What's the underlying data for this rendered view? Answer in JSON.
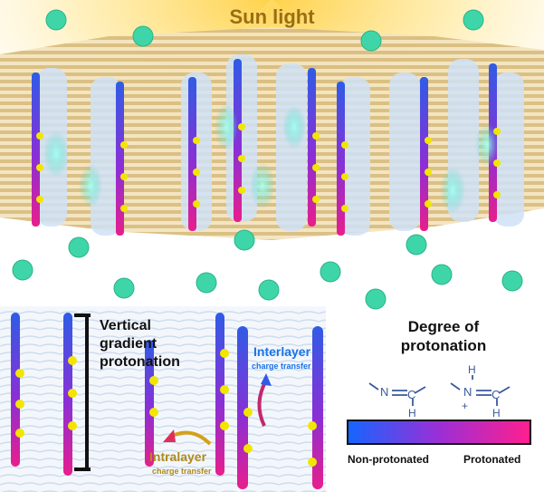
{
  "labels": {
    "sun_light": "Sun light",
    "vertical_line1": "Vertical",
    "vertical_line2": "gradient",
    "vertical_line3": "protonation",
    "interlayer_title": "Interlayer",
    "interlayer_sub": "charge transfer",
    "intralayer_title": "Intralayer",
    "intralayer_sub": "charge transfer",
    "degree_line1": "Degree of",
    "degree_line2": "protonation",
    "non_protonated": "Non-protonated",
    "protonated": "Protonated"
  },
  "chem": {
    "left_formula": {
      "n": "N",
      "c": "C",
      "h": "H"
    },
    "right_formula": {
      "n": "N",
      "c": "C",
      "h_top": "H",
      "h_bottom": "H",
      "charge": "+"
    }
  },
  "colors": {
    "sun": "#ffd24a",
    "framework": "#e8d3a2",
    "pore_blue": "#2f5ce6",
    "pore_magenta": "#e81e8c",
    "proton_yellow": "#f2e600",
    "sphere_green": "#3ed6a8",
    "gradient_start": "#1565ff",
    "gradient_mid": "#9b2fd6",
    "gradient_end": "#ff1f8e"
  }
}
